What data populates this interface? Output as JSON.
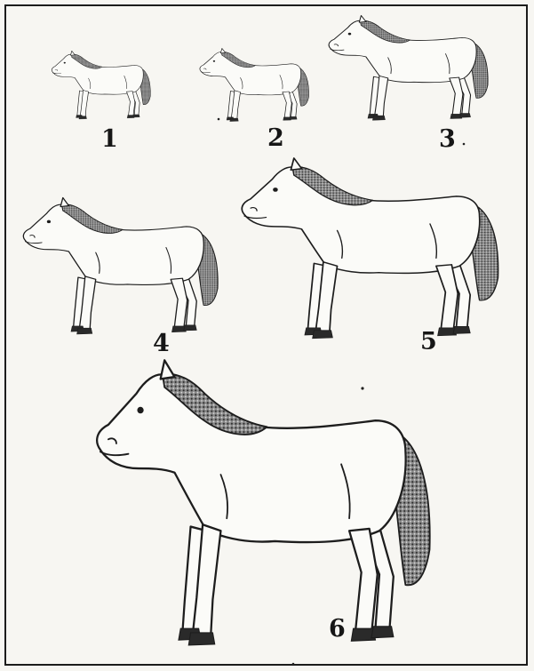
{
  "figure": {
    "stages": [
      {
        "label": "1"
      },
      {
        "label": "2"
      },
      {
        "label": "3"
      },
      {
        "label": "4"
      },
      {
        "label": "5"
      },
      {
        "label": "6"
      }
    ]
  }
}
